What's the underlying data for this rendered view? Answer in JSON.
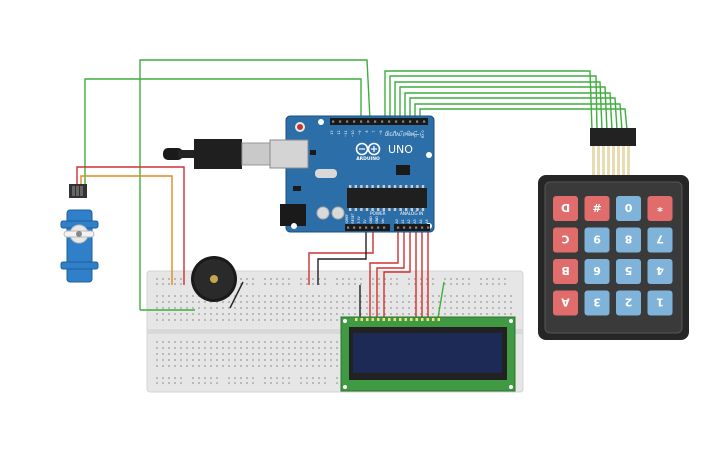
{
  "board": {
    "logo_text": "ARDUINO",
    "model": "UNO",
    "digital_label": "DIGITAL (PWM ~)",
    "power_label": "POWER",
    "analog_label": "ANALOG IN",
    "digital_pins": [
      "13",
      "12",
      "~11",
      "~10",
      "~9",
      "8",
      "7",
      "~6",
      "~5",
      "4",
      "~3",
      "2",
      "TX 1",
      "RX 0"
    ],
    "power_pins": [
      "IOREF",
      "RESET",
      "3.3V",
      "5V",
      "GND",
      "GND",
      "Vin"
    ],
    "analog_pins": [
      "A0",
      "A1",
      "A2",
      "A3",
      "A4",
      "A5"
    ]
  },
  "keypad": {
    "keys": [
      [
        "D",
        "#",
        "0",
        "*"
      ],
      [
        "C",
        "9",
        "8",
        "7"
      ],
      [
        "B",
        "6",
        "5",
        "4"
      ],
      [
        "A",
        "3",
        "2",
        "1"
      ]
    ],
    "letter_color": "#e06c6c",
    "digit_color": "#7fb3d9"
  },
  "colors": {
    "wire_green": "#3fae3f",
    "wire_red": "#d03030",
    "wire_orange": "#e08a1e",
    "wire_black": "#222222",
    "board_blue": "#2b6ea8",
    "lcd_green": "#3f9a43"
  }
}
